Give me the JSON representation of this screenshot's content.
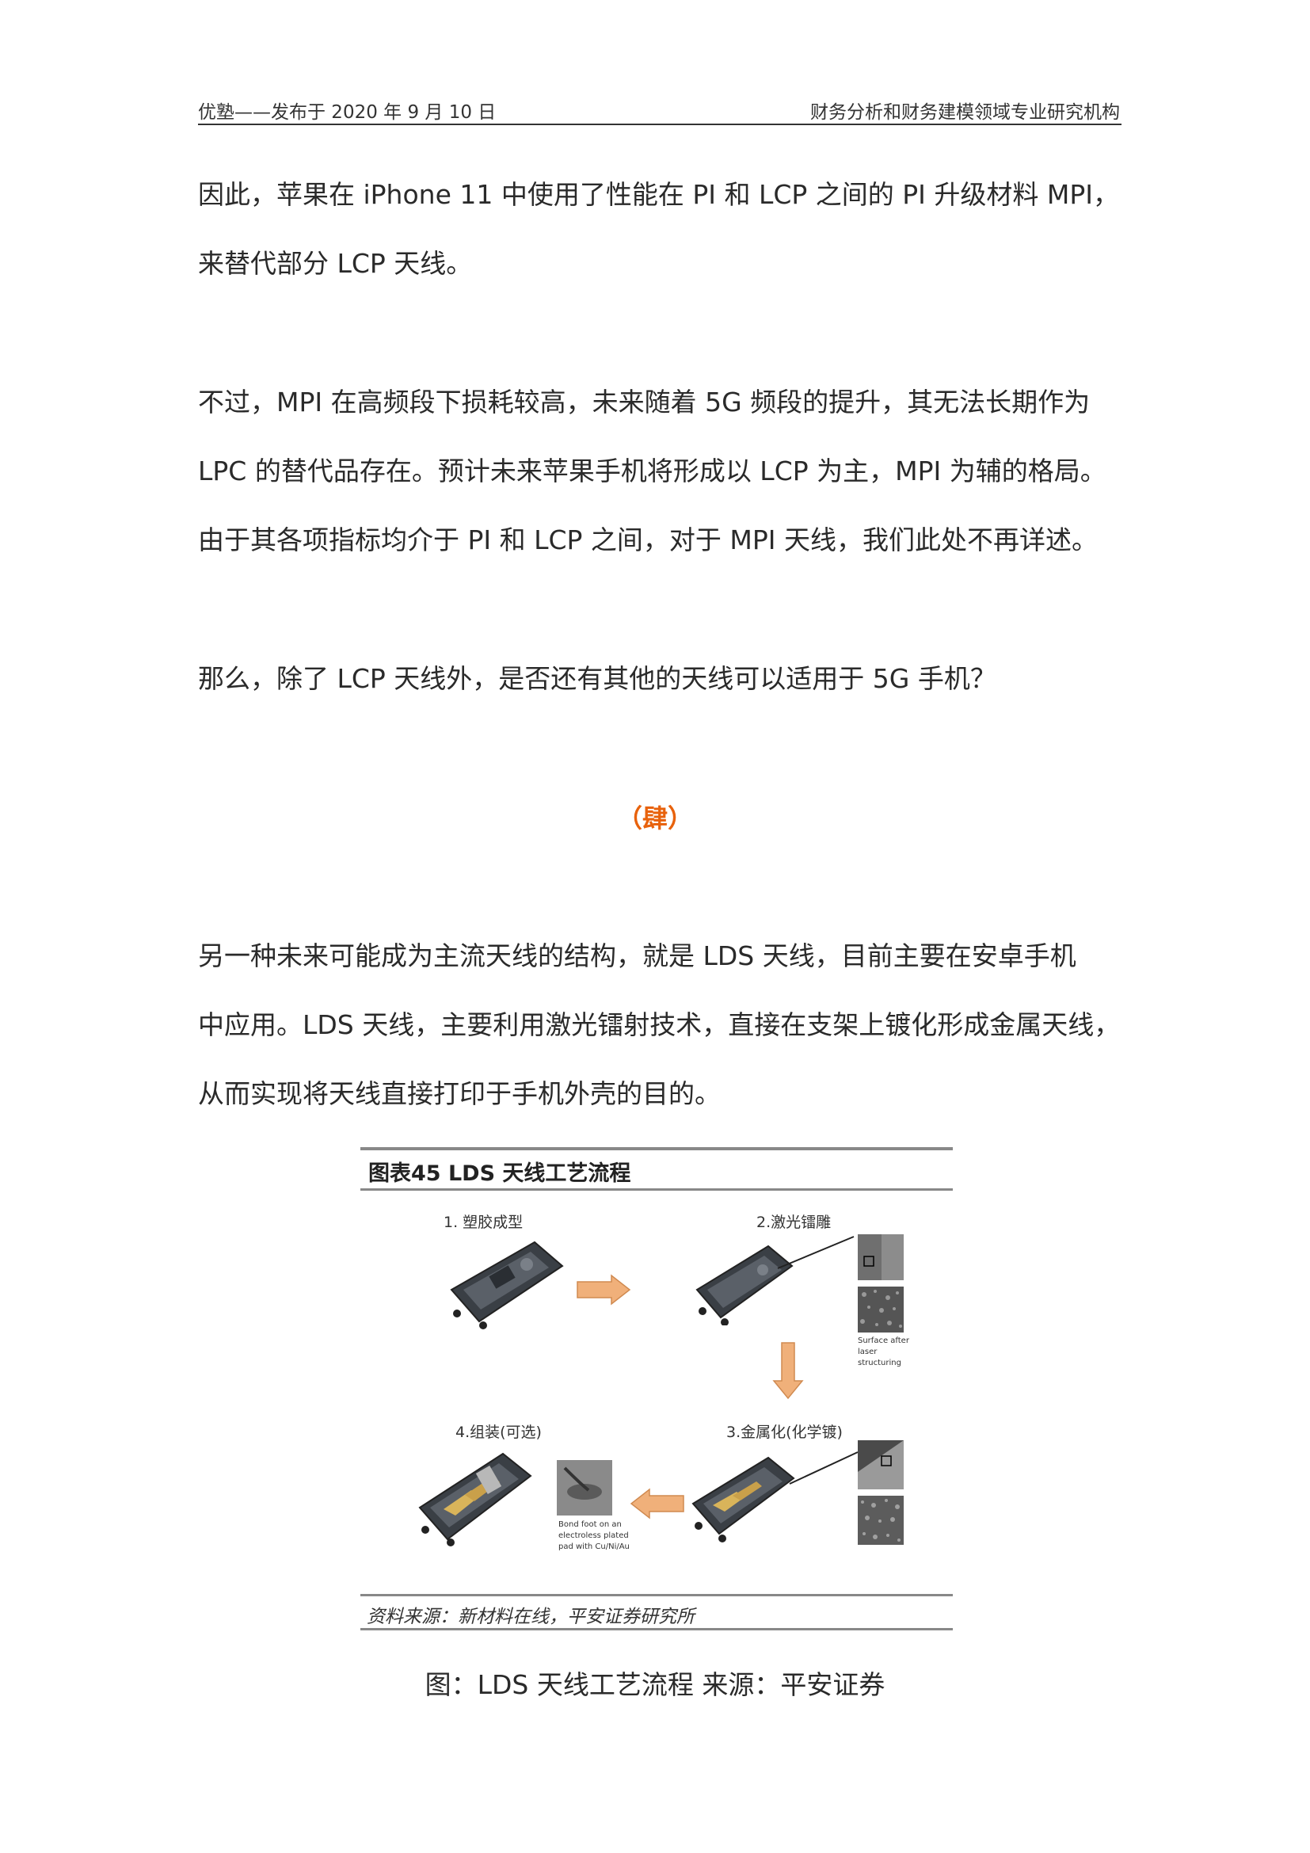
{
  "header": {
    "left": "优塾——发布于 2020 年 9 月 10 日",
    "right": "财务分析和财务建模领域专业研究机构"
  },
  "paragraphs": [
    [
      "因此，苹果在 iPhone 11 中使用了性能在 PI 和 LCP 之间的 PI 升级材料 MPI，",
      "来替代部分 LCP 天线。"
    ],
    [
      "不过，MPI 在高频段下损耗较高，未来随着 5G 频段的提升，其无法长期作为",
      "LPC 的替代品存在。预计未来苹果手机将形成以 LCP 为主，MPI 为辅的格局。",
      "由于其各项指标均介于 PI  和 LCP 之间，对于 MPI 天线，我们此处不再详述。"
    ],
    [
      "那么，除了 LCP 天线外，是否还有其他的天线可以适用于 5G 手机？"
    ],
    [
      "另一种未来可能成为主流天线的结构，就是 LDS 天线，目前主要在安卓手机",
      "中应用。LDS 天线，主要利用激光镭射技术，直接在支架上镀化形成金属天线，",
      "从而实现将天线直接打印于手机外壳的目的。"
    ]
  ],
  "section_mark": "（肆）",
  "figure": {
    "title": "图表45   LDS 天线工艺流程",
    "steps": {
      "step1": "1. 塑胶成型",
      "step2": "2.激光镭雕",
      "step3": "3.金属化(化学镀)",
      "step4": "4.组装(可选)"
    },
    "notes": {
      "surface": "Surface after laser structuring",
      "bond": "Bond foot on an electroless plated pad with Cu/Ni/Au"
    },
    "source": "资料来源：新材料在线，平安证券研究所"
  },
  "caption": "图：LDS 天线工艺流程    来源：平安证券"
}
